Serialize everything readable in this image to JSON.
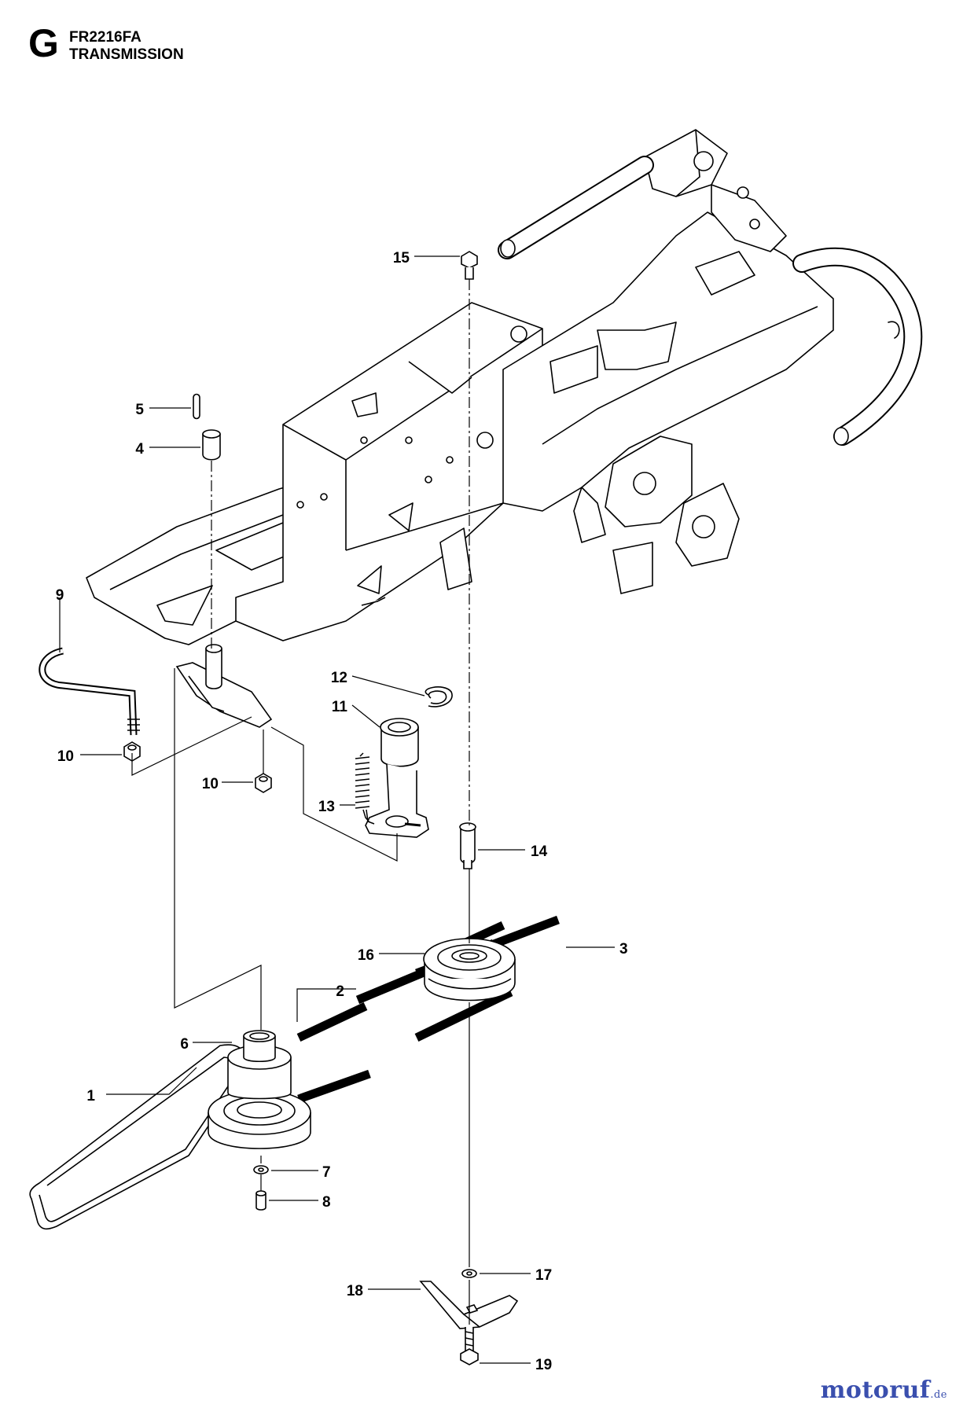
{
  "header": {
    "section_letter": "G",
    "model_code": "FR2216FA",
    "section_title": "TRANSMISSION"
  },
  "callouts": [
    {
      "id": "c1",
      "number": "1"
    },
    {
      "id": "c2",
      "number": "2"
    },
    {
      "id": "c3",
      "number": "3"
    },
    {
      "id": "c4",
      "number": "4"
    },
    {
      "id": "c5",
      "number": "5"
    },
    {
      "id": "c6",
      "number": "6"
    },
    {
      "id": "c7",
      "number": "7"
    },
    {
      "id": "c8",
      "number": "8"
    },
    {
      "id": "c9",
      "number": "9"
    },
    {
      "id": "c10a",
      "number": "10"
    },
    {
      "id": "c10b",
      "number": "10"
    },
    {
      "id": "c11",
      "number": "11"
    },
    {
      "id": "c12",
      "number": "12"
    },
    {
      "id": "c13",
      "number": "13"
    },
    {
      "id": "c14",
      "number": "14"
    },
    {
      "id": "c15",
      "number": "15"
    },
    {
      "id": "c16",
      "number": "16"
    },
    {
      "id": "c17",
      "number": "17"
    },
    {
      "id": "c18",
      "number": "18"
    },
    {
      "id": "c19",
      "number": "19"
    }
  ],
  "watermark": {
    "brand": "motoruf",
    "tld": ".de"
  }
}
